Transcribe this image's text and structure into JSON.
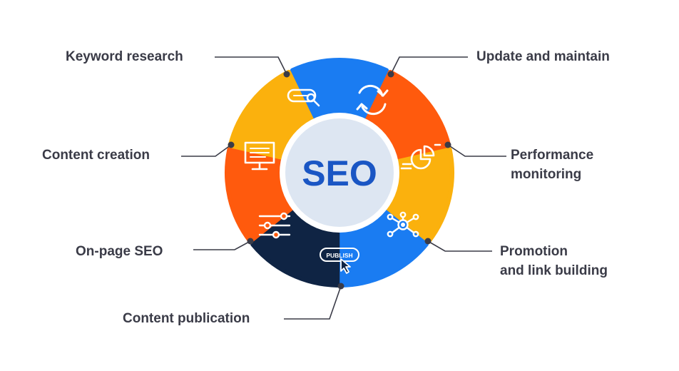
{
  "center": {
    "text": "SEO",
    "text_color": "#1a56c4",
    "circle_color": "#dde6f2"
  },
  "segments": [
    {
      "id": "keyword-research",
      "label": "Keyword research",
      "color": "#1a7cf2",
      "icon": "search-bar-icon"
    },
    {
      "id": "update-maintain",
      "label": "Update and maintain",
      "color": "#ff5a0d",
      "icon": "refresh-icon"
    },
    {
      "id": "performance-monitoring",
      "label_lines": [
        "Performance",
        "monitoring"
      ],
      "color": "#fbb10d",
      "icon": "pie-chart-icon"
    },
    {
      "id": "promotion",
      "label_lines": [
        "Promotion",
        "and link building"
      ],
      "color": "#1a7cf2",
      "icon": "network-icon"
    },
    {
      "id": "content-publication",
      "label": "Content publication",
      "color": "#0f2444",
      "icon": "publish-icon",
      "icon_text": "PUBLISH"
    },
    {
      "id": "on-page-seo",
      "label": "On-page SEO",
      "color": "#ff5a0d",
      "icon": "sliders-icon"
    },
    {
      "id": "content-creation",
      "label": "Content creation",
      "color": "#fbb10d",
      "icon": "monitor-icon"
    }
  ],
  "connector_color": "#3a3b47"
}
